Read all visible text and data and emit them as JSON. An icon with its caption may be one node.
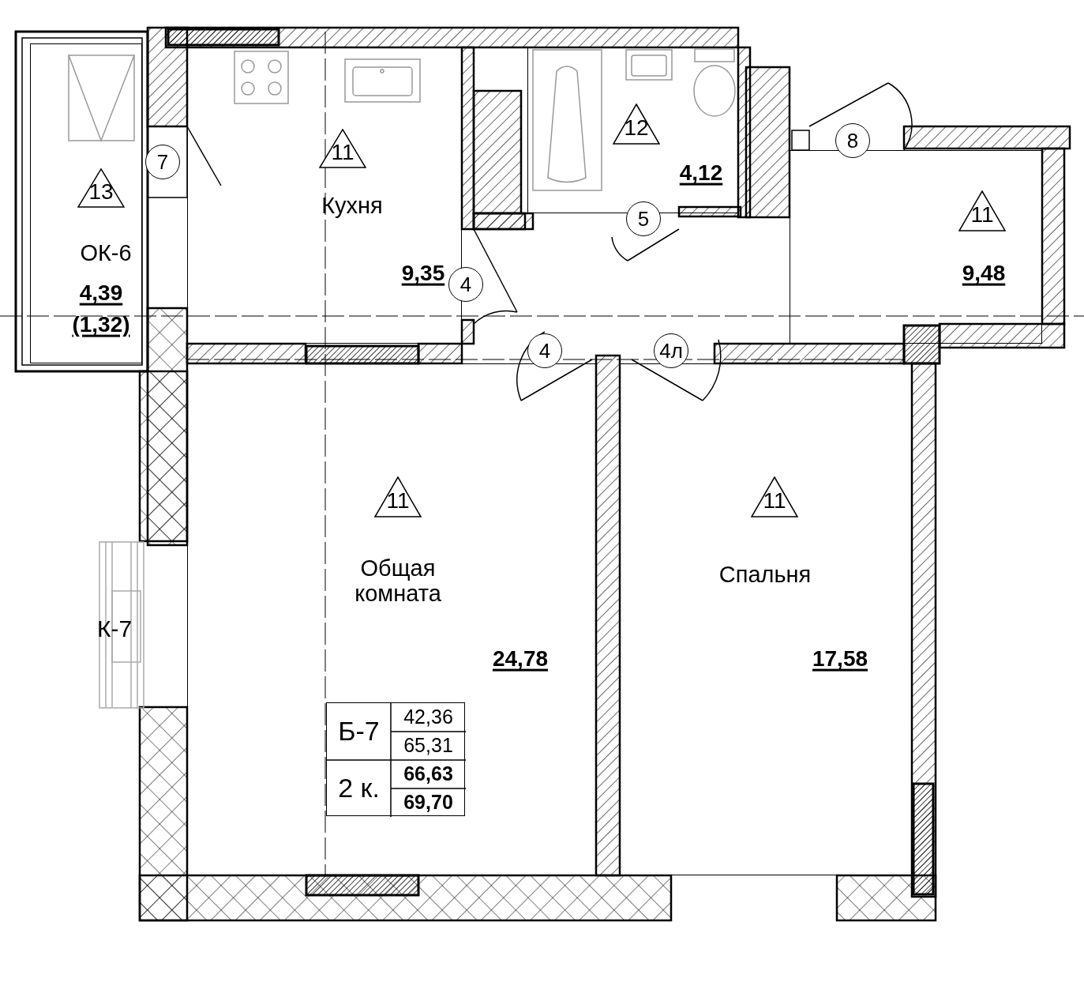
{
  "diagram": {
    "nodes": [
      {
        "text": [
          "ОК-6",
          "4,39",
          "(1,32)"
        ]
      },
      {
        "text": [
          "13"
        ],
        "in": 0
      },
      {
        "text": [
          "Кухня",
          "9,35"
        ]
      },
      {
        "text": [
          "11"
        ],
        "in": 2
      },
      {
        "text": [
          "4,12"
        ]
      },
      {
        "text": [
          "12"
        ],
        "in": 4
      },
      {
        "text": [
          "9,48"
        ]
      },
      {
        "text": [
          "11"
        ],
        "in": 6
      },
      {
        "text": [
          "Общая комната",
          "24,78"
        ]
      },
      {
        "text": [
          "11"
        ],
        "in": 8
      },
      {
        "text": [
          "Б-7",
          "42,36",
          "65,31",
          "2 к.",
          "66,63",
          "69,70"
        ],
        "in": 8
      },
      {
        "text": [
          "Спальня",
          "17,58"
        ]
      },
      {
        "text": [
          "11"
        ],
        "in": 11
      },
      {
        "text": [
          "7"
        ]
      },
      {
        "text": [
          "4"
        ]
      },
      {
        "text": [
          "5"
        ]
      },
      {
        "text": [
          "8"
        ]
      },
      {
        "text": [
          "4"
        ]
      },
      {
        "text": [
          "4л"
        ]
      }
    ],
    "labels": [
      "К-7"
    ]
  }
}
